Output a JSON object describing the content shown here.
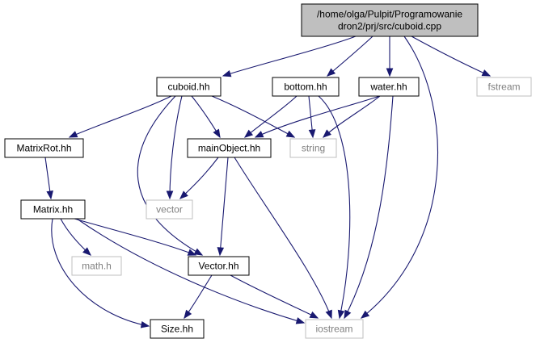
{
  "colors": {
    "edge": "#191970",
    "local_fill": "#ffffff",
    "local_border": "#000000",
    "system_fill": "#ffffff",
    "system_border": "#bfbfbf",
    "system_text": "#808080",
    "root_fill": "#bfbfbf",
    "root_border": "#000000",
    "text": "#000000"
  },
  "nodes": [
    {
      "id": "cuboid_cpp",
      "lines": [
        "/home/olga/Pulpit/Programowanie",
        "dron2/prj/src/cuboid.cpp"
      ],
      "kind": "root"
    },
    {
      "id": "cuboid_hh",
      "lines": [
        "cuboid.hh"
      ],
      "kind": "local"
    },
    {
      "id": "bottom_hh",
      "lines": [
        "bottom.hh"
      ],
      "kind": "local"
    },
    {
      "id": "water_hh",
      "lines": [
        "water.hh"
      ],
      "kind": "local"
    },
    {
      "id": "fstream",
      "lines": [
        "fstream"
      ],
      "kind": "system"
    },
    {
      "id": "matrixrot_hh",
      "lines": [
        "MatrixRot.hh"
      ],
      "kind": "local"
    },
    {
      "id": "mainobject_hh",
      "lines": [
        "mainObject.hh"
      ],
      "kind": "local"
    },
    {
      "id": "string",
      "lines": [
        "string"
      ],
      "kind": "system"
    },
    {
      "id": "matrix_hh",
      "lines": [
        "Matrix.hh"
      ],
      "kind": "local"
    },
    {
      "id": "vector",
      "lines": [
        "vector"
      ],
      "kind": "system"
    },
    {
      "id": "math_h",
      "lines": [
        "math.h"
      ],
      "kind": "system"
    },
    {
      "id": "vector_hh",
      "lines": [
        "Vector.hh"
      ],
      "kind": "local"
    },
    {
      "id": "size_hh",
      "lines": [
        "Size.hh"
      ],
      "kind": "local"
    },
    {
      "id": "iostream",
      "lines": [
        "iostream"
      ],
      "kind": "system"
    }
  ],
  "edges": [
    {
      "from": "cuboid_cpp",
      "to": "cuboid_hh"
    },
    {
      "from": "cuboid_cpp",
      "to": "bottom_hh"
    },
    {
      "from": "cuboid_cpp",
      "to": "water_hh"
    },
    {
      "from": "cuboid_cpp",
      "to": "fstream"
    },
    {
      "from": "cuboid_cpp",
      "to": "iostream"
    },
    {
      "from": "cuboid_hh",
      "to": "matrixrot_hh"
    },
    {
      "from": "cuboid_hh",
      "to": "mainobject_hh"
    },
    {
      "from": "cuboid_hh",
      "to": "string"
    },
    {
      "from": "cuboid_hh",
      "to": "vector"
    },
    {
      "from": "cuboid_hh",
      "to": "vector_hh"
    },
    {
      "from": "bottom_hh",
      "to": "mainobject_hh"
    },
    {
      "from": "bottom_hh",
      "to": "string"
    },
    {
      "from": "bottom_hh",
      "to": "iostream"
    },
    {
      "from": "water_hh",
      "to": "mainobject_hh"
    },
    {
      "from": "water_hh",
      "to": "string"
    },
    {
      "from": "water_hh",
      "to": "iostream"
    },
    {
      "from": "matrixrot_hh",
      "to": "matrix_hh"
    },
    {
      "from": "mainobject_hh",
      "to": "vector"
    },
    {
      "from": "mainobject_hh",
      "to": "vector_hh"
    },
    {
      "from": "mainobject_hh",
      "to": "iostream"
    },
    {
      "from": "matrix_hh",
      "to": "math_h"
    },
    {
      "from": "matrix_hh",
      "to": "vector_hh"
    },
    {
      "from": "matrix_hh",
      "to": "size_hh"
    },
    {
      "from": "matrix_hh",
      "to": "iostream"
    },
    {
      "from": "vector_hh",
      "to": "size_hh"
    },
    {
      "from": "vector_hh",
      "to": "iostream"
    }
  ]
}
